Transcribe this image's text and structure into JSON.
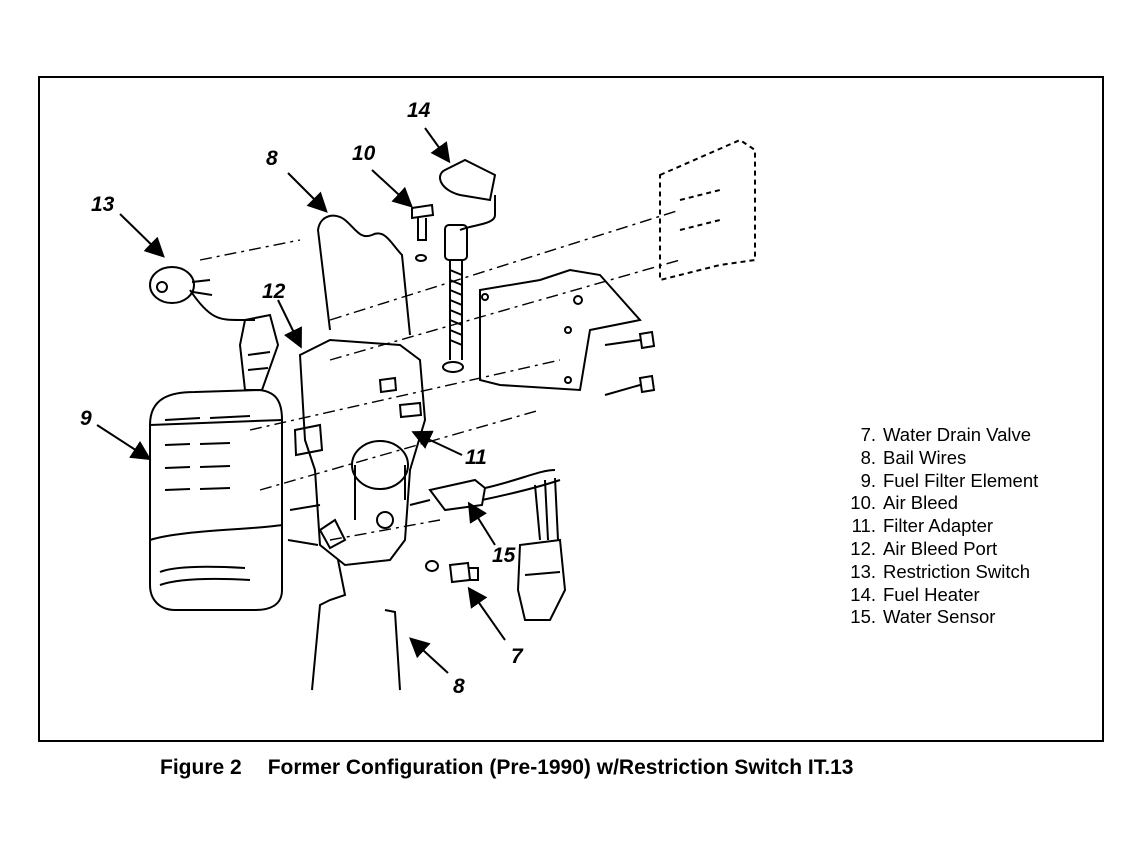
{
  "callouts": {
    "c14": "14",
    "c10": "10",
    "c8_top": "8",
    "c13": "13",
    "c12": "12",
    "c9": "9",
    "c11": "11",
    "c15": "15",
    "c7": "7",
    "c8_bottom": "8"
  },
  "legend": [
    {
      "num": "7.",
      "label": "Water Drain Valve"
    },
    {
      "num": "8.",
      "label": "Bail Wires"
    },
    {
      "num": "9.",
      "label": "Fuel Filter Element"
    },
    {
      "num": "10.",
      "label": "Air Bleed"
    },
    {
      "num": "11.",
      "label": "Filter Adapter"
    },
    {
      "num": "12.",
      "label": "Air Bleed Port"
    },
    {
      "num": "13.",
      "label": "Restriction Switch"
    },
    {
      "num": "14.",
      "label": "Fuel Heater"
    },
    {
      "num": "15.",
      "label": "Water Sensor"
    }
  ],
  "caption": {
    "figure": "Figure 2",
    "title": "Former Configuration (Pre-1990) w/Restriction Switch IT.13"
  }
}
